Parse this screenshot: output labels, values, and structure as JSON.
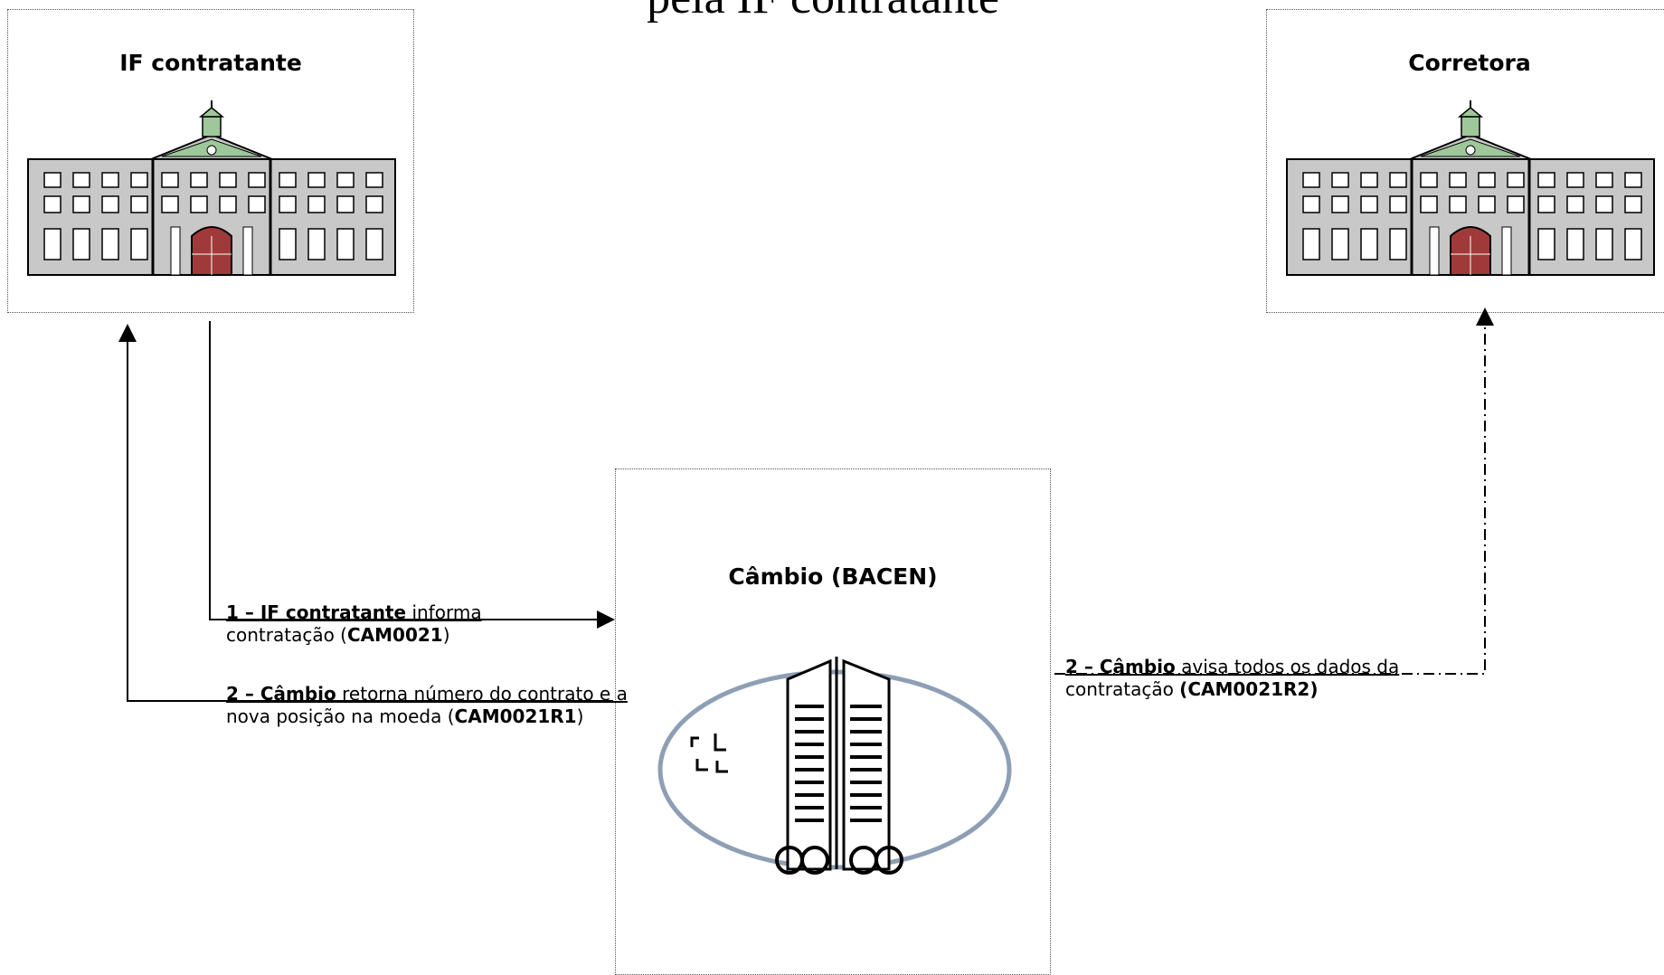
{
  "title": "pela IF contratante",
  "nodes": {
    "if_contratante": {
      "label": "IF contratante"
    },
    "corretora": {
      "label": "Corretora"
    },
    "cambio": {
      "label": "Câmbio (BACEN)"
    }
  },
  "edges": {
    "e1": {
      "num": "1 – ",
      "actor": "IF contratante",
      "text1": " informa",
      "text2": "contratação (",
      "code": "CAM0021",
      "close": ")"
    },
    "e2_left": {
      "num": "2 – ",
      "actor": "Câmbio",
      "text1": " retorna número do contrato e a",
      "text2": "nova posição na moeda (",
      "code": "CAM0021R1",
      "close": ")"
    },
    "e2_right": {
      "num": "2 – ",
      "actor": "Câmbio",
      "text1": " avisa todos os dados da",
      "text2": "contratação ",
      "code": "(CAM0021R2)"
    }
  },
  "colors": {
    "ellipse_stroke": "#8e9fb5",
    "building_fill": "#c8c8c8",
    "roof_green": "#9ec89a",
    "door_red": "#a03a3a"
  }
}
